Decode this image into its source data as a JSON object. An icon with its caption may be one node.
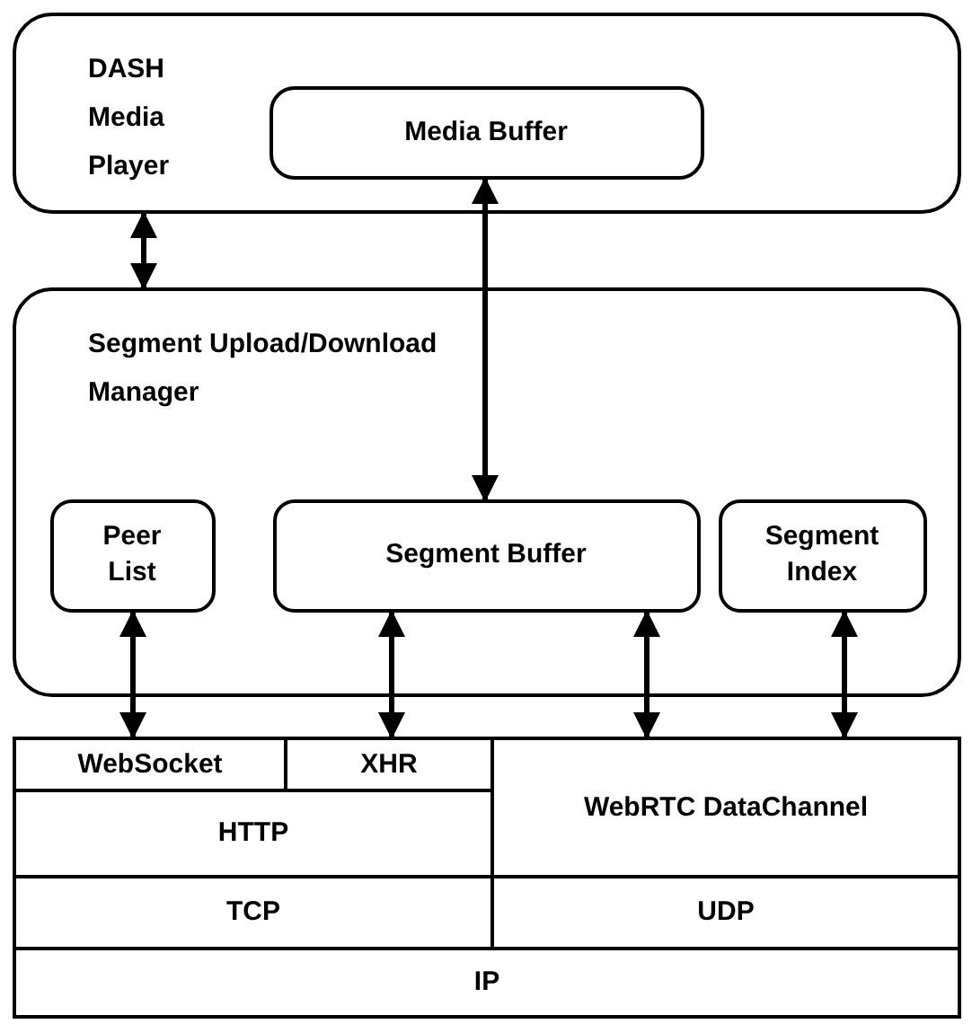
{
  "diagram": {
    "nodes": [
      {
        "text": [
          "DASH Media Player"
        ]
      },
      {
        "text": [
          "Media Buffer"
        ],
        "in": 0
      },
      {
        "text": [
          "Segment Upload/Download Manager"
        ]
      },
      {
        "text": [
          "Peer List"
        ],
        "in": 2
      },
      {
        "text": [
          "Segment Buffer"
        ],
        "in": 2
      },
      {
        "text": [
          "Segment Index"
        ],
        "in": 2
      },
      {
        "text": [
          "WebSocket"
        ]
      },
      {
        "text": [
          "XHR"
        ]
      },
      {
        "text": [
          "WebRTC DataChannel"
        ]
      },
      {
        "text": [
          "HTTP"
        ]
      },
      {
        "text": [
          "TCP"
        ]
      },
      {
        "text": [
          "UDP"
        ]
      },
      {
        "text": [
          "IP"
        ]
      }
    ],
    "edges": [
      {
        "from": 0,
        "to": 2,
        "arrow": "both"
      },
      {
        "from": 1,
        "to": 4,
        "arrow": "both"
      },
      {
        "from": 3,
        "to": 6,
        "arrow": "both"
      },
      {
        "from": 4,
        "to": 7,
        "arrow": "both"
      },
      {
        "from": 4,
        "to": 8,
        "arrow": "both"
      },
      {
        "from": 5,
        "to": 8,
        "arrow": "both"
      }
    ]
  }
}
